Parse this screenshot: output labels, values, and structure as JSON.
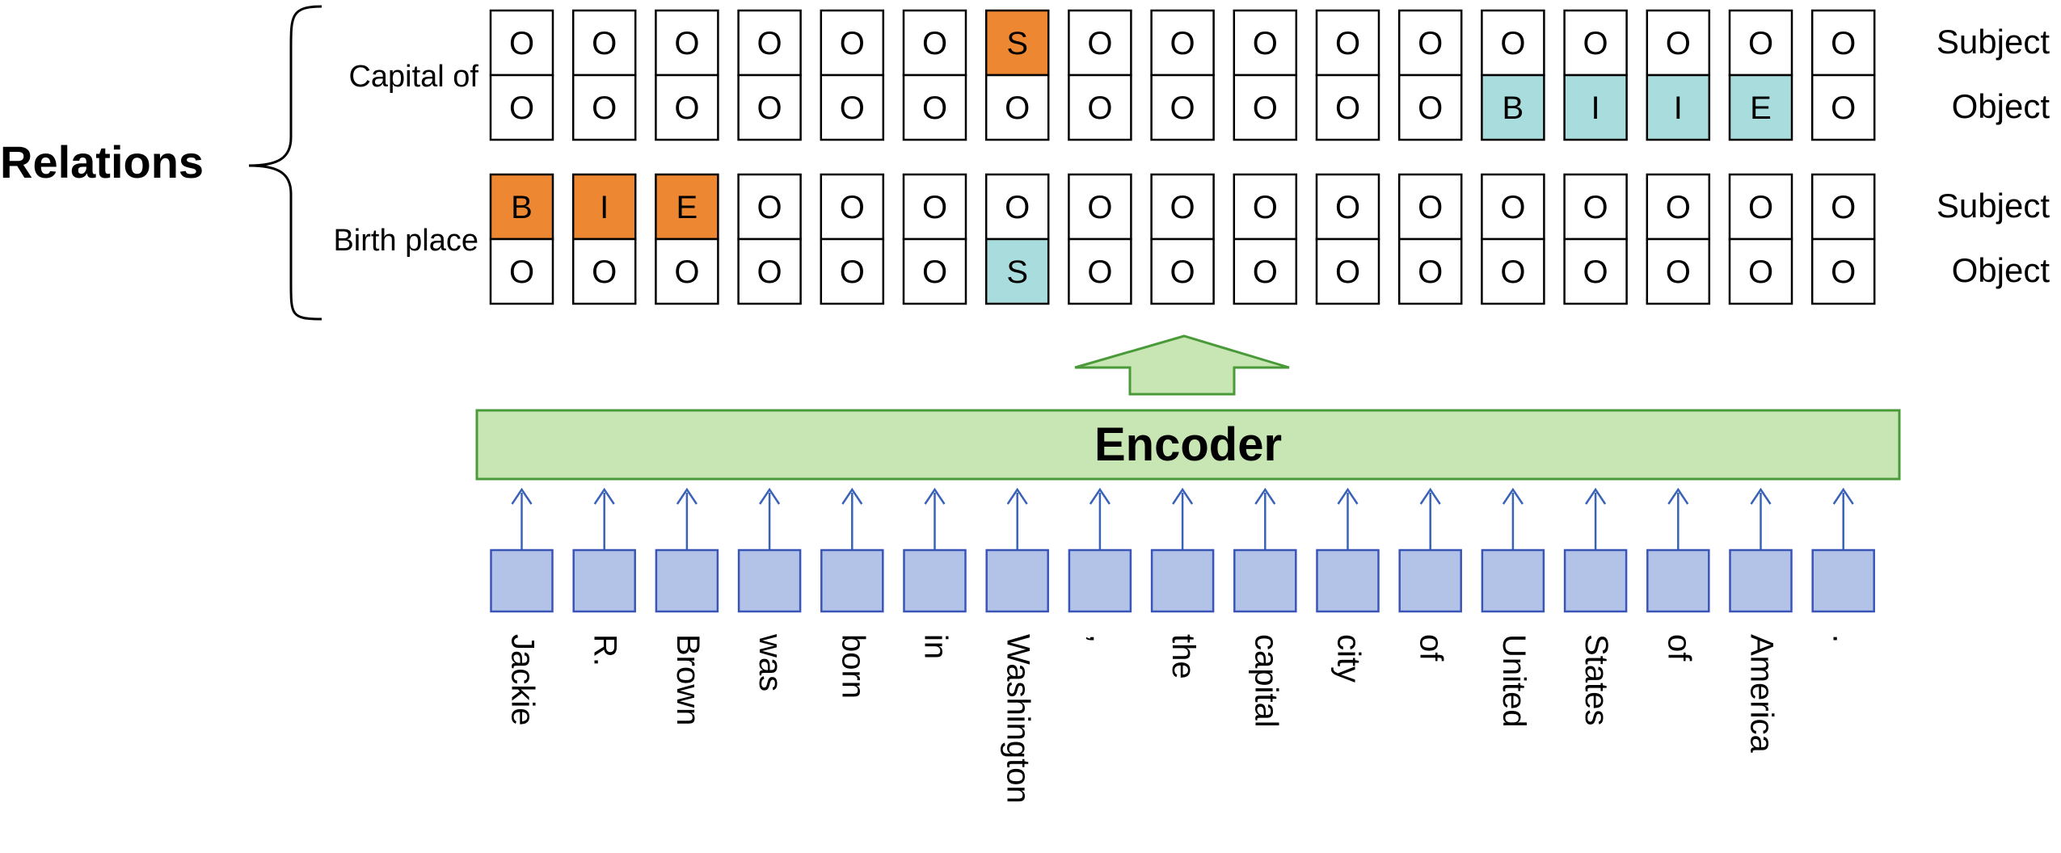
{
  "title": "Relations",
  "encoder_label": "Encoder",
  "tokens": [
    "Jackie",
    "R.",
    "Brown",
    "was",
    "born",
    "in",
    "Washington",
    ",",
    "the",
    "capital",
    "city",
    "of",
    "United",
    "States",
    "of",
    "America",
    "."
  ],
  "row_labels": {
    "subject": "Subject",
    "object": "Object"
  },
  "relations": [
    {
      "name": "Capital of",
      "subject_tags": [
        "O",
        "O",
        "O",
        "O",
        "O",
        "O",
        "S",
        "O",
        "O",
        "O",
        "O",
        "O",
        "O",
        "O",
        "O",
        "O",
        "O"
      ],
      "object_tags": [
        "O",
        "O",
        "O",
        "O",
        "O",
        "O",
        "O",
        "O",
        "O",
        "O",
        "O",
        "O",
        "B",
        "I",
        "I",
        "E",
        "O"
      ]
    },
    {
      "name": "Birth place",
      "subject_tags": [
        "B",
        "I",
        "E",
        "O",
        "O",
        "O",
        "O",
        "O",
        "O",
        "O",
        "O",
        "O",
        "O",
        "O",
        "O",
        "O",
        "O"
      ],
      "object_tags": [
        "O",
        "O",
        "O",
        "O",
        "O",
        "O",
        "S",
        "O",
        "O",
        "O",
        "O",
        "O",
        "O",
        "O",
        "O",
        "O",
        "O"
      ]
    }
  ],
  "colors": {
    "subject_highlight": "#ee8732",
    "object_highlight": "#a9dcdc",
    "cell_default": "#ffffff",
    "encoder_fill": "#c8e6b4",
    "encoder_stroke": "#4a9a3a",
    "token_fill": "#b3c3e8",
    "token_stroke": "#3a55b8",
    "arrow": "#3a63b8"
  }
}
